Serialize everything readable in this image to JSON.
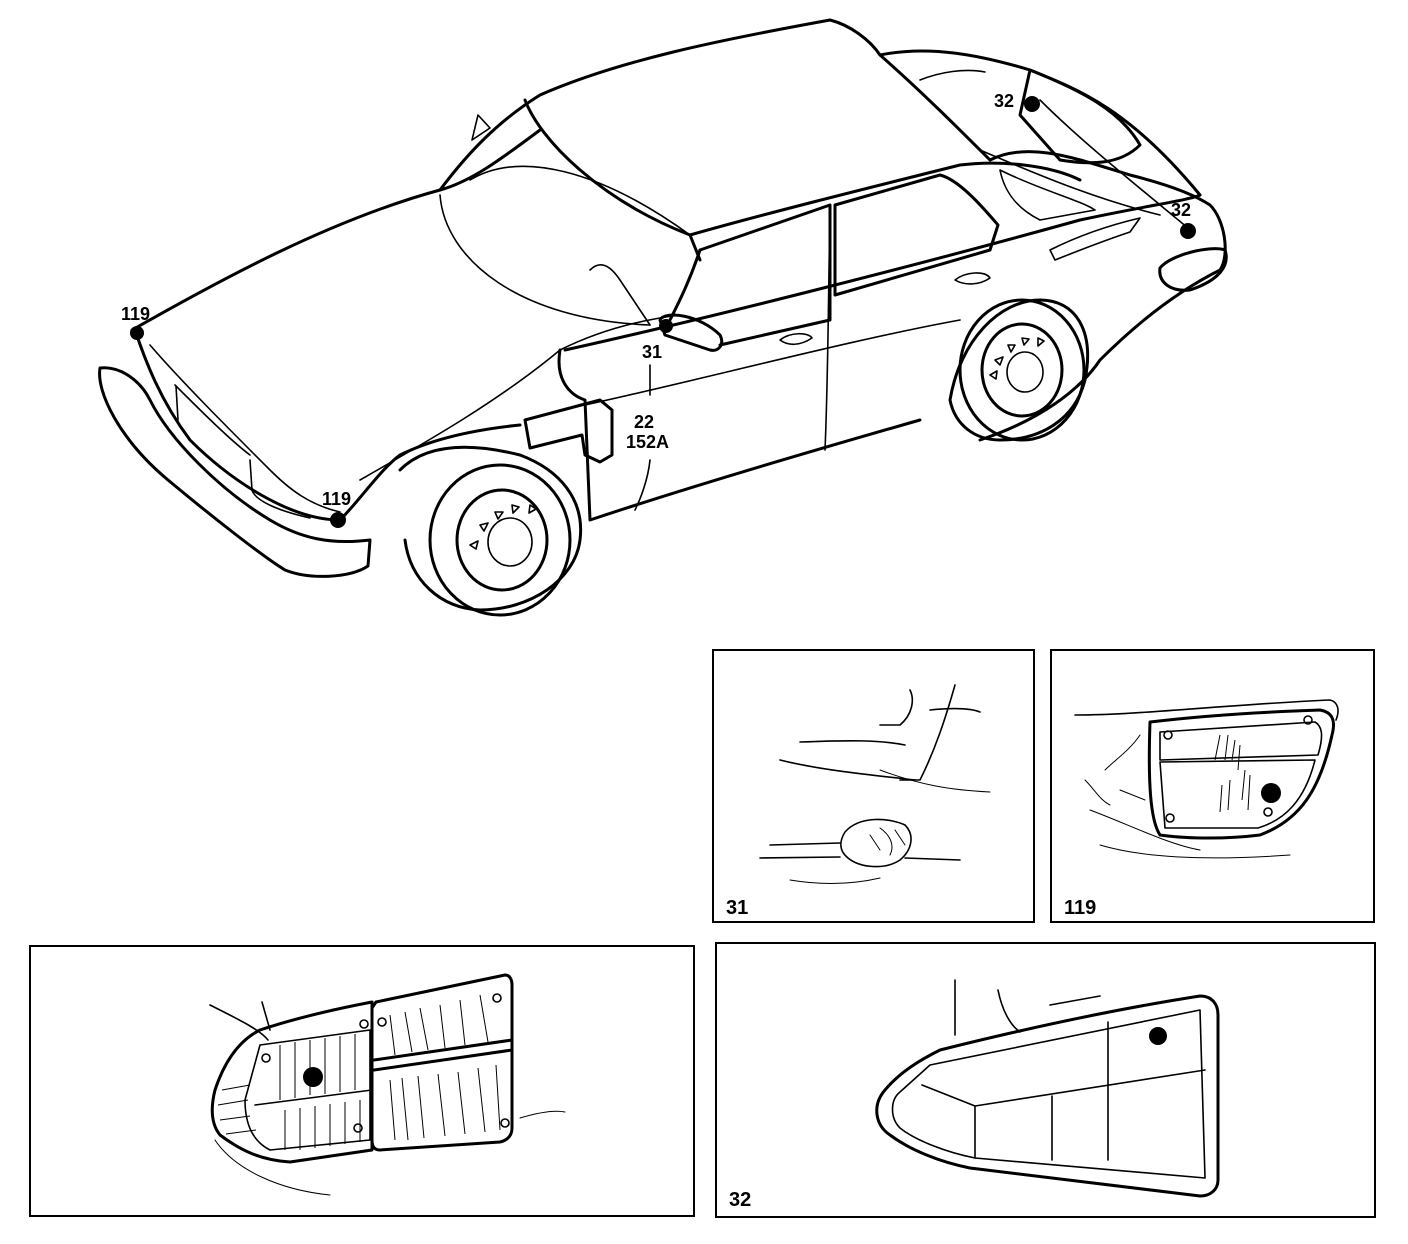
{
  "car_callouts": {
    "front_right_top": "119",
    "front_right_bottom": "119",
    "mirror": "31",
    "wire_top": "22",
    "wire_bottom": "152A",
    "rear_top": "32",
    "rear_right": "32"
  },
  "panels": {
    "p31": "31",
    "p119": "119",
    "p32": "32"
  }
}
